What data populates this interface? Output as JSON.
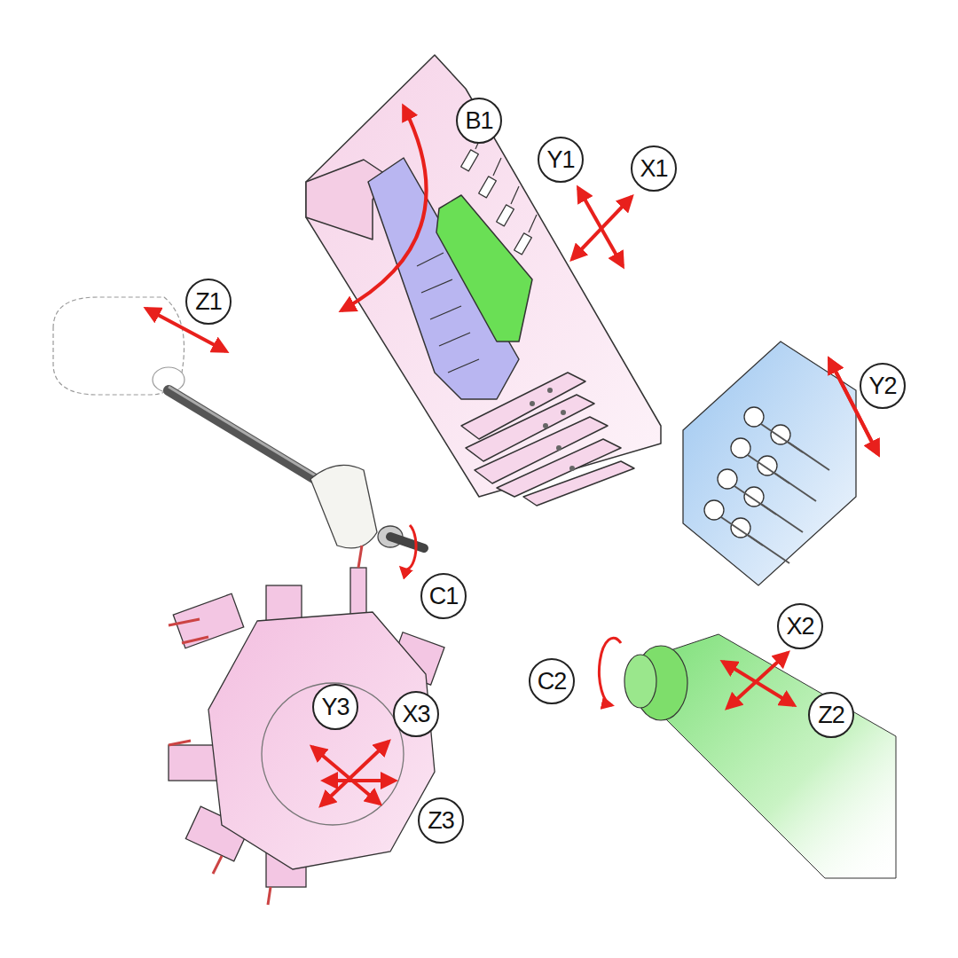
{
  "diagram": {
    "nodes": [
      {
        "text": [
          "B1"
        ]
      },
      {
        "text": [
          "Y1"
        ]
      },
      {
        "text": [
          "X1"
        ]
      },
      {
        "text": [
          "Z1"
        ]
      },
      {
        "text": [
          "Y2"
        ]
      },
      {
        "text": [
          "C1"
        ]
      },
      {
        "text": [
          "X2"
        ]
      },
      {
        "text": [
          "C2"
        ]
      },
      {
        "text": [
          "Y3"
        ]
      },
      {
        "text": [
          "X3"
        ]
      },
      {
        "text": [
          "Z2"
        ]
      },
      {
        "text": [
          "Z3"
        ]
      }
    ],
    "edges": []
  }
}
